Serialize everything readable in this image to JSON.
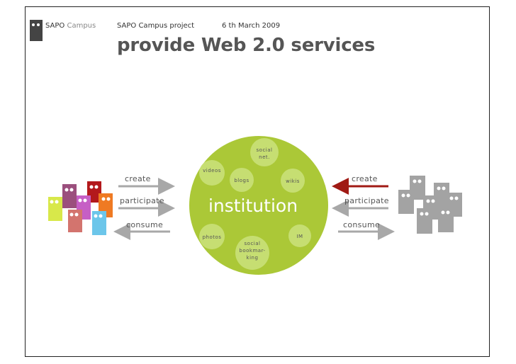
{
  "header": {
    "brand_primary": "SAPO",
    "brand_secondary": "Campus",
    "project": "SAPO Campus project",
    "date": "6 th March 2009"
  },
  "slide_title": "provide Web 2.0 services",
  "center": {
    "label": "institution",
    "services": [
      "social net.",
      "videos",
      "blogs",
      "wikis",
      "photos",
      "IM",
      "social bookmar- king"
    ]
  },
  "left_actions": [
    "create",
    "participate",
    "consume"
  ],
  "right_actions": [
    "create",
    "participate",
    "consume"
  ],
  "colors": {
    "circle": "#abc837",
    "bubble": "#c6de72",
    "arrow": "#a8a8a8",
    "highlight_arrow": "#a01a14",
    "people_gray": "#a3a3a3"
  },
  "icons": [
    "user-group-colored-icon",
    "user-group-gray-icon"
  ]
}
